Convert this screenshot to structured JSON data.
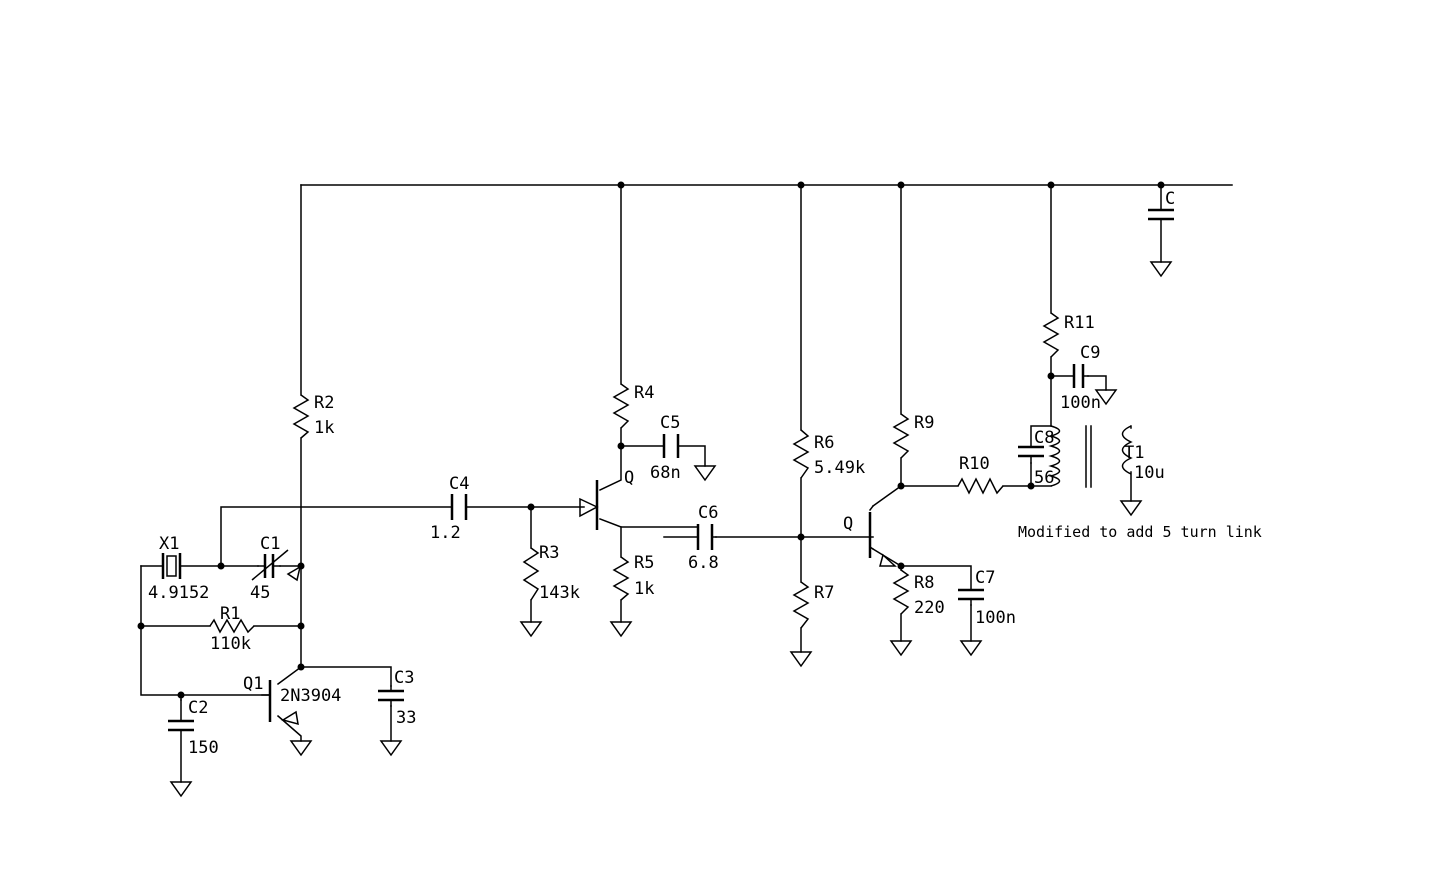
{
  "components": {
    "X1": {
      "ref": "X1",
      "value": "4.9152"
    },
    "C1": {
      "ref": "C1",
      "value": "45"
    },
    "R1": {
      "ref": "R1",
      "value": "110k"
    },
    "R2": {
      "ref": "R2",
      "value": "1k"
    },
    "C2": {
      "ref": "C2",
      "value": "150"
    },
    "Q1": {
      "ref": "Q1",
      "value": "2N3904"
    },
    "C3": {
      "ref": "C3",
      "value": "33"
    },
    "C4": {
      "ref": "C4",
      "value": "1.2"
    },
    "R3": {
      "ref": "R3",
      "value": "143k"
    },
    "Q2": {
      "ref": "Q"
    },
    "R4": {
      "ref": "R4"
    },
    "C5": {
      "ref": "C5",
      "value": "68n"
    },
    "R5": {
      "ref": "R5",
      "value": "1k"
    },
    "C6": {
      "ref": "C6",
      "value": "6.8"
    },
    "R6": {
      "ref": "R6",
      "value": "5.49k"
    },
    "R7": {
      "ref": "R7"
    },
    "Q3": {
      "ref": "Q"
    },
    "R8": {
      "ref": "R8",
      "value": "220"
    },
    "C7": {
      "ref": "C7",
      "value": "100n"
    },
    "R9": {
      "ref": "R9"
    },
    "R10": {
      "ref": "R10"
    },
    "R11": {
      "ref": "R11"
    },
    "C9": {
      "ref": "C9",
      "value": "100n"
    },
    "C8": {
      "ref": "C8",
      "value": "56"
    },
    "T1": {
      "ref": "T1",
      "value": "10u"
    },
    "C": {
      "ref": "C"
    }
  },
  "note": "Modified to add 5 turn link"
}
